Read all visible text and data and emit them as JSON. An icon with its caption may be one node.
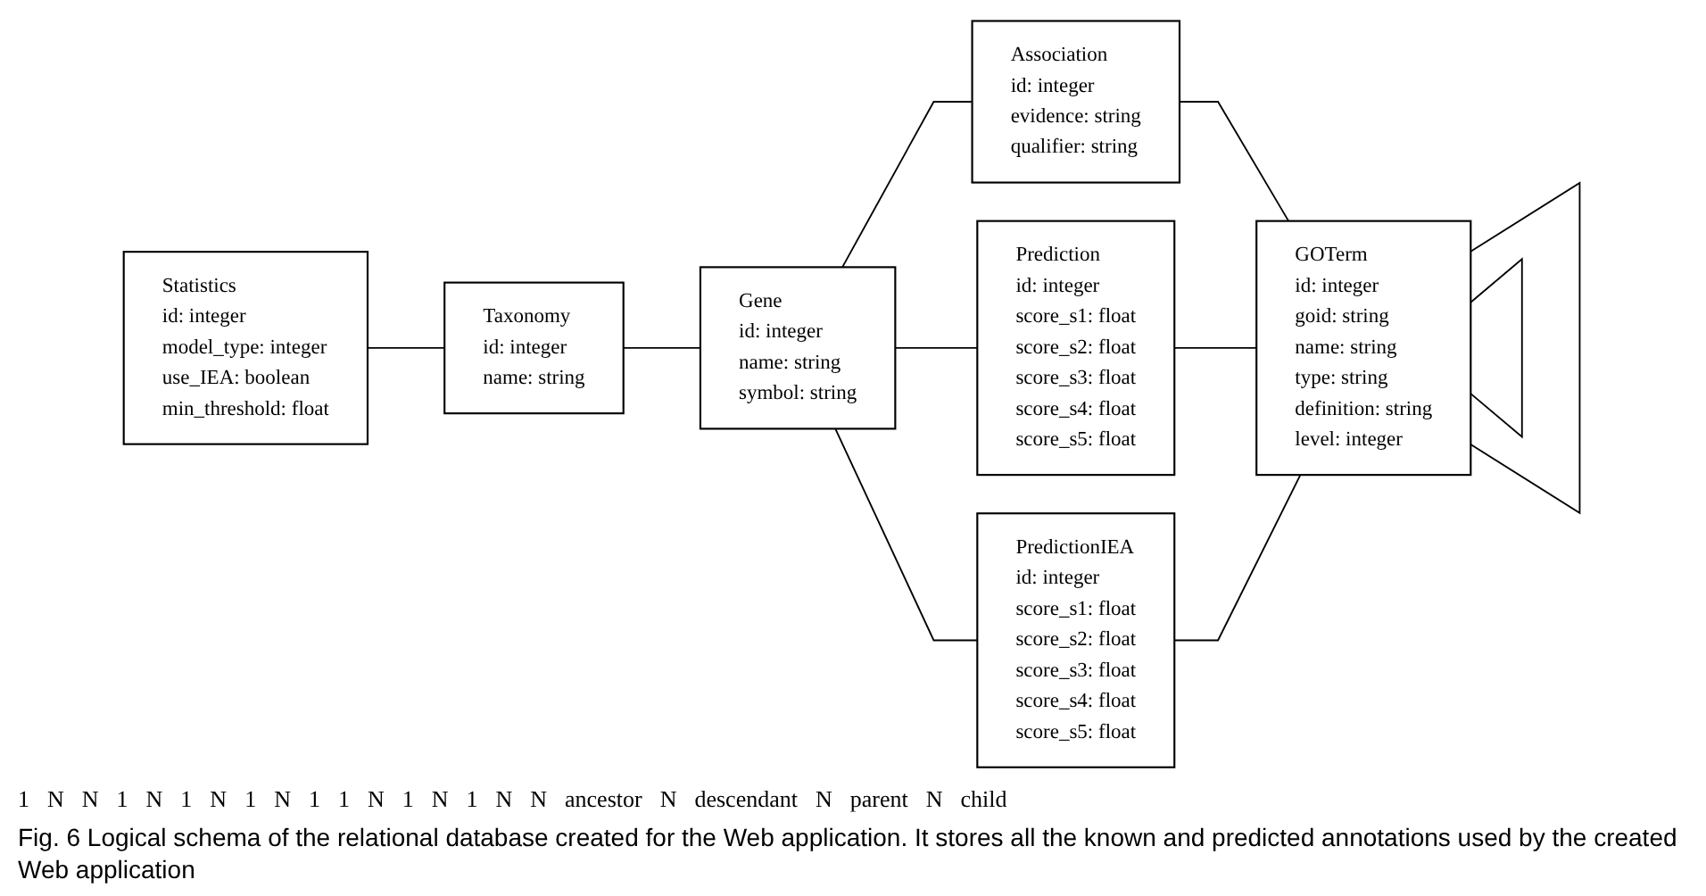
{
  "diagram": {
    "caption": "Fig. 6 Logical schema of the relational database created for the Web application. It stores all the known and predicted annotations used by the created Web application",
    "nodes": [
      {
        "text": [
          "Statistics",
          "id: integer",
          "model_type: integer",
          "use_IEA: boolean",
          "min_threshold: float"
        ]
      },
      {
        "text": [
          "Taxonomy",
          "id: integer",
          "name: string"
        ]
      },
      {
        "text": [
          "Gene",
          "id: integer",
          "name: string",
          "symbol: string"
        ]
      },
      {
        "text": [
          "Association",
          "id: integer",
          "evidence: string",
          "qualifier: string"
        ]
      },
      {
        "text": [
          "Prediction",
          "id: integer",
          "score_s1: float",
          "score_s2: float",
          "score_s3: float",
          "score_s4: float",
          "score_s5: float"
        ]
      },
      {
        "text": [
          "PredictionIEA",
          "id: integer",
          "score_s1: float",
          "score_s2: float",
          "score_s3: float",
          "score_s4: float",
          "score_s5: float"
        ]
      },
      {
        "text": [
          "GOTerm",
          "id: integer",
          "goid: string",
          "name: string",
          "type: string",
          "definition: string",
          "level: integer"
        ]
      }
    ],
    "edges": [
      {
        "from": 0,
        "to": 1,
        "arrow": "none"
      },
      {
        "from": 1,
        "to": 2,
        "arrow": "none"
      },
      {
        "from": 2,
        "to": 3,
        "arrow": "none"
      },
      {
        "from": 2,
        "to": 4,
        "arrow": "none"
      },
      {
        "from": 2,
        "to": 5,
        "arrow": "none"
      },
      {
        "from": 3,
        "to": 6,
        "arrow": "none"
      },
      {
        "from": 4,
        "to": 6,
        "arrow": "none"
      },
      {
        "from": 5,
        "to": 6,
        "arrow": "none"
      },
      {
        "from": 6,
        "to": 6,
        "arrow": "none"
      },
      {
        "from": 6,
        "to": 6,
        "arrow": "none"
      }
    ],
    "labels": [
      "1",
      "N",
      "N",
      "1",
      "N",
      "1",
      "N",
      "1",
      "N",
      "1",
      "1",
      "N",
      "1",
      "N",
      "1",
      "N",
      "N",
      "ancestor",
      "N",
      "descendant",
      "N",
      "parent",
      "N",
      "child"
    ]
  }
}
